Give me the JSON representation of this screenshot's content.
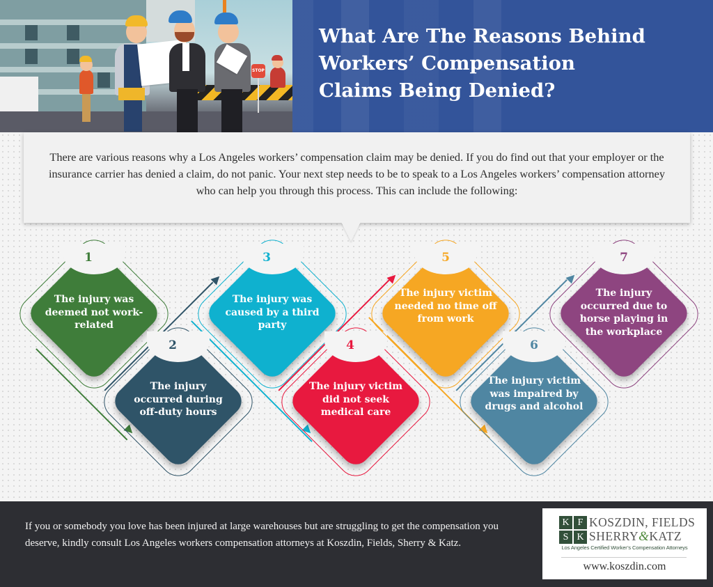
{
  "header": {
    "title": "What Are The Reasons Behind Workers’ Compensation Claims Being Denied?",
    "title_lines": [
      "What Are The Reasons Behind",
      "Workers’ Compensation",
      "Claims Being Denied?"
    ],
    "illustration": "construction-workers-illustration",
    "stop_sign": "STOP",
    "background_color": "#33549a"
  },
  "intro": {
    "text": "There are various reasons why a Los Angeles workers’ compensation claim may be denied. If you do find out that your employer or the insurance carrier has denied a claim, do not panic. Your next step needs to be to speak to a Los Angeles workers’ compensation attorney who can help you through this process. This can include the following:"
  },
  "reasons": [
    {
      "number": "1",
      "text": "The injury was deemed not work-related",
      "color": "#3f7d3a"
    },
    {
      "number": "2",
      "text": "The injury occurred during off-duty hours",
      "color": "#2f5468"
    },
    {
      "number": "3",
      "text": "The injury was caused by a third party",
      "color": "#0fb1cf"
    },
    {
      "number": "4",
      "text": "The injury victim did not seek medical care",
      "color": "#e8193f"
    },
    {
      "number": "5",
      "text": "The injury victim needed no time off from work",
      "color": "#f6a723"
    },
    {
      "number": "6",
      "text": "The injury victim was impaired by drugs and alcohol",
      "color": "#4f86a2"
    },
    {
      "number": "7",
      "text": "The injury occurred due to horse playing in the workplace",
      "color": "#8e4580"
    }
  ],
  "footer": {
    "text": "If you or somebody you love has been injured at large warehouses but are struggling to get the compensation you deserve, kindly consult Los Angeles workers compensation attorneys at Koszdin, Fields, Sherry & Katz.",
    "logo": {
      "monogram": [
        "K",
        "F",
        "S",
        "K"
      ],
      "line1": "KOSZDIN, FIELDS",
      "line2_a": "SHERRY",
      "line2_amp": "&",
      "line2_b": "KATZ",
      "tagline": "Los Angeles Certified Worker’s Compensation Attorneys",
      "url": "www.koszdin.com"
    }
  }
}
